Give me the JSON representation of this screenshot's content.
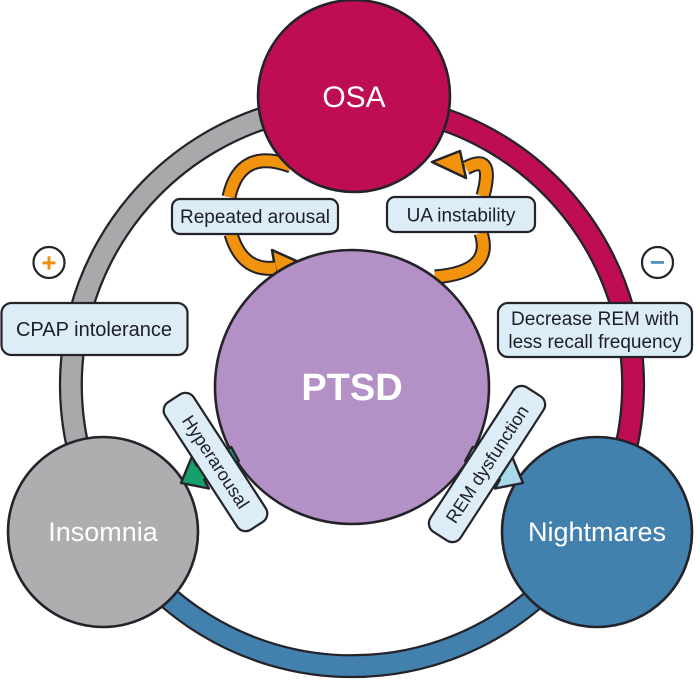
{
  "diagram": {
    "nodes": {
      "osa": {
        "label": "OSA",
        "color": "#be0d52"
      },
      "ptsd": {
        "label": "PTSD",
        "color": "#b390c6"
      },
      "insomnia": {
        "label": "Insomnia",
        "color": "#aeaeb0"
      },
      "nightmares": {
        "label": "Nightmares",
        "color": "#4281ae"
      }
    },
    "ring": {
      "gray": "#a9a9ab",
      "crimson": "#be0d52",
      "blue": "#4281ae"
    },
    "labels": {
      "repeated_arousal": "Repeated arousal",
      "ua_instability": "UA instability",
      "cpap_intolerance": "CPAP intolerance",
      "decrease_rem_line1": "Decrease REM with",
      "decrease_rem_line2": "less recall frequency",
      "hyperarousal": "Hyperarousal",
      "rem_dysfunction": "REM dysfunction"
    },
    "badges": {
      "plus": "+",
      "minus": "−",
      "plus_color": "#ef8e0e",
      "minus_color": "#5590bb"
    },
    "arrows": {
      "orange": "#f1930d",
      "green": "#18a06b",
      "light_blue": "#a7d9e9"
    },
    "label_box": {
      "bg": "#ddedf8"
    }
  }
}
